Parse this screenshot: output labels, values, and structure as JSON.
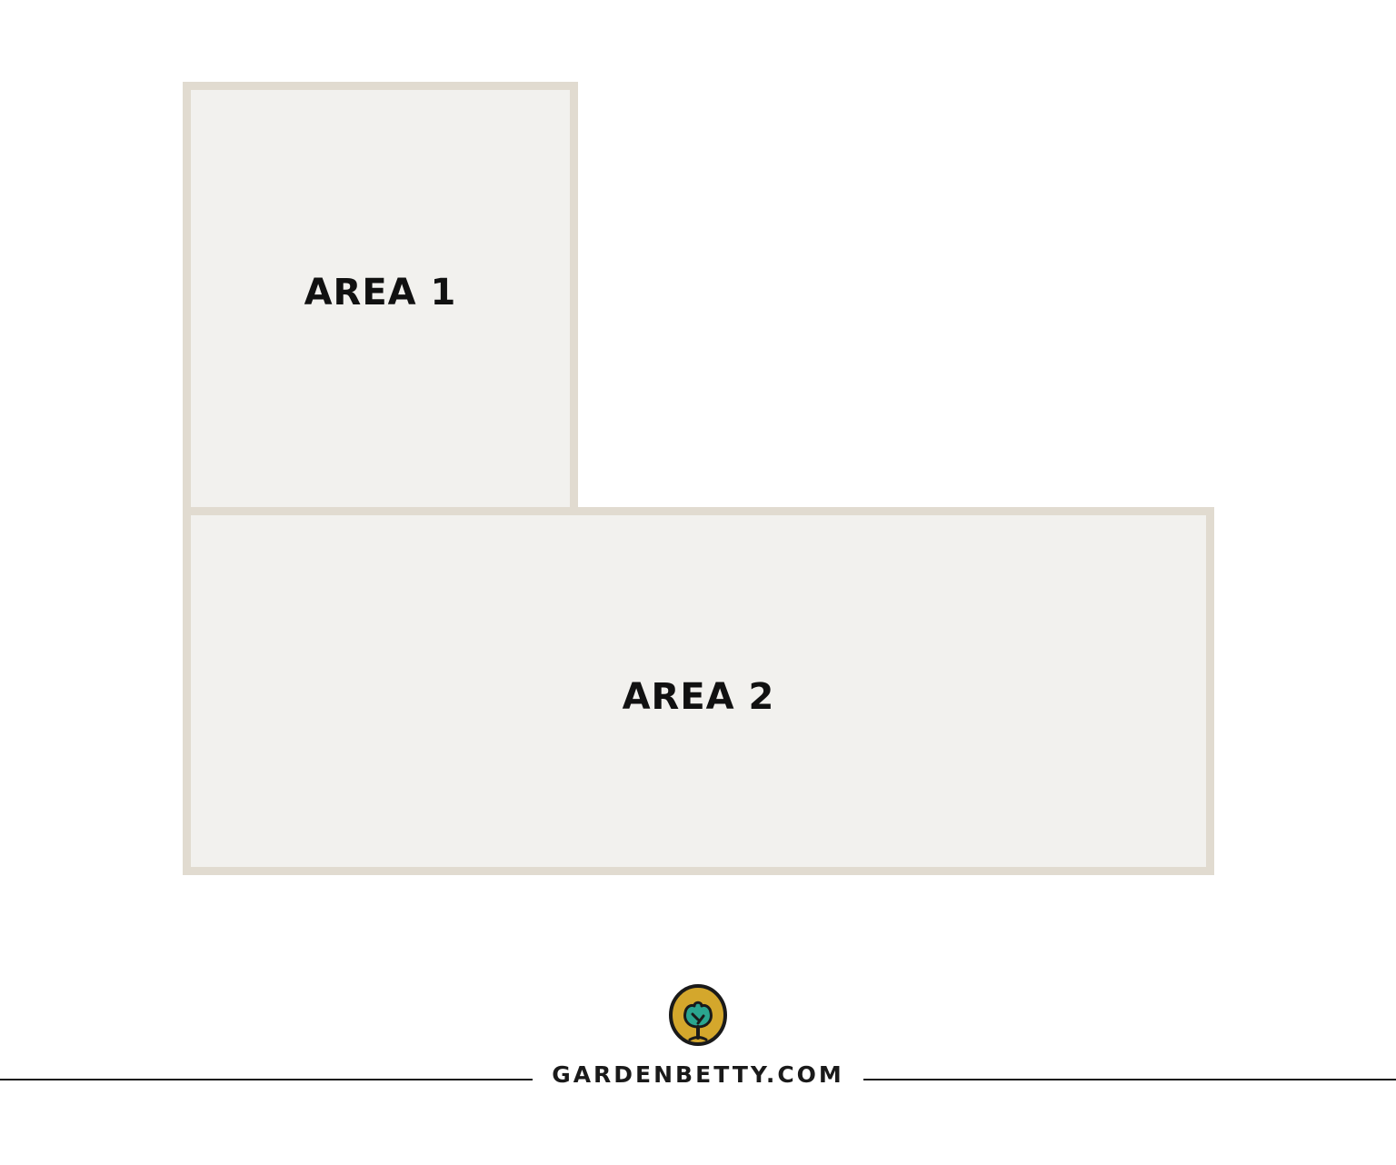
{
  "diagram": {
    "areas": [
      {
        "id": "area-1",
        "label": "AREA 1"
      },
      {
        "id": "area-2",
        "label": "AREA 2"
      }
    ],
    "colors": {
      "area_fill": "#f2f1ee",
      "area_border": "#e1dbd0",
      "label": "#111111"
    }
  },
  "footer": {
    "brand": "GARDENBETTY.COM",
    "logo_icon": "tree-in-circle-icon",
    "colors": {
      "logo_fill": "#d4a72c",
      "logo_tree": "#2aa58f",
      "outline": "#1a1a1a"
    }
  }
}
